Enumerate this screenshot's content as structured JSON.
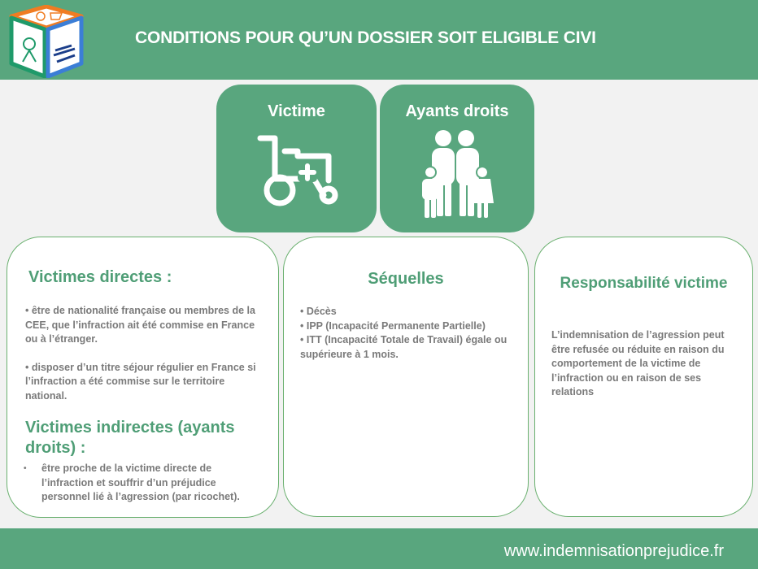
{
  "header": {
    "title": "CONDITIONS POUR QU’UN DOSSIER SOIT ELIGIBLE CIVI",
    "logo_icon": "cube-logo-icon"
  },
  "tiles": [
    {
      "label": "Victime",
      "icon": "wheelchair-icon"
    },
    {
      "label": "Ayants droits",
      "icon": "family-icon"
    }
  ],
  "cards": {
    "left": {
      "heading1": "Victimes directes :",
      "items1": [
        "• être de nationalité française ou membres de la CEE, que l’infraction ait été commise en France ou à l’étranger.",
        "• disposer d’un titre séjour régulier en France si l’infraction a été commise sur le territoire national."
      ],
      "heading2": "Victimes indirectes (ayants droits) :",
      "items2": [
        "être proche de la victime directe de l’infraction et souffrir d’un préjudice personnel lié à l’agression (par ricochet)."
      ]
    },
    "middle": {
      "heading": "Séquelles",
      "items": [
        "• Décès",
        "• IPP (Incapacité Permanente Partielle)",
        "• ITT (Incapacité Totale de Travail) égale ou supérieure à 1 mois."
      ]
    },
    "right": {
      "heading": "Responsabilité victime",
      "text": "L’indemnisation de l’agression peut être refusée ou réduite en raison du comportement de la victime de l’infraction ou en raison de ses relations"
    }
  },
  "footer": {
    "url": "www.indemnisationprejudice.fr"
  },
  "colors": {
    "brand_green": "#59a67e",
    "heading_green": "#4f9e76",
    "text_gray": "#7a7a7a",
    "background": "#f2f2f2"
  }
}
